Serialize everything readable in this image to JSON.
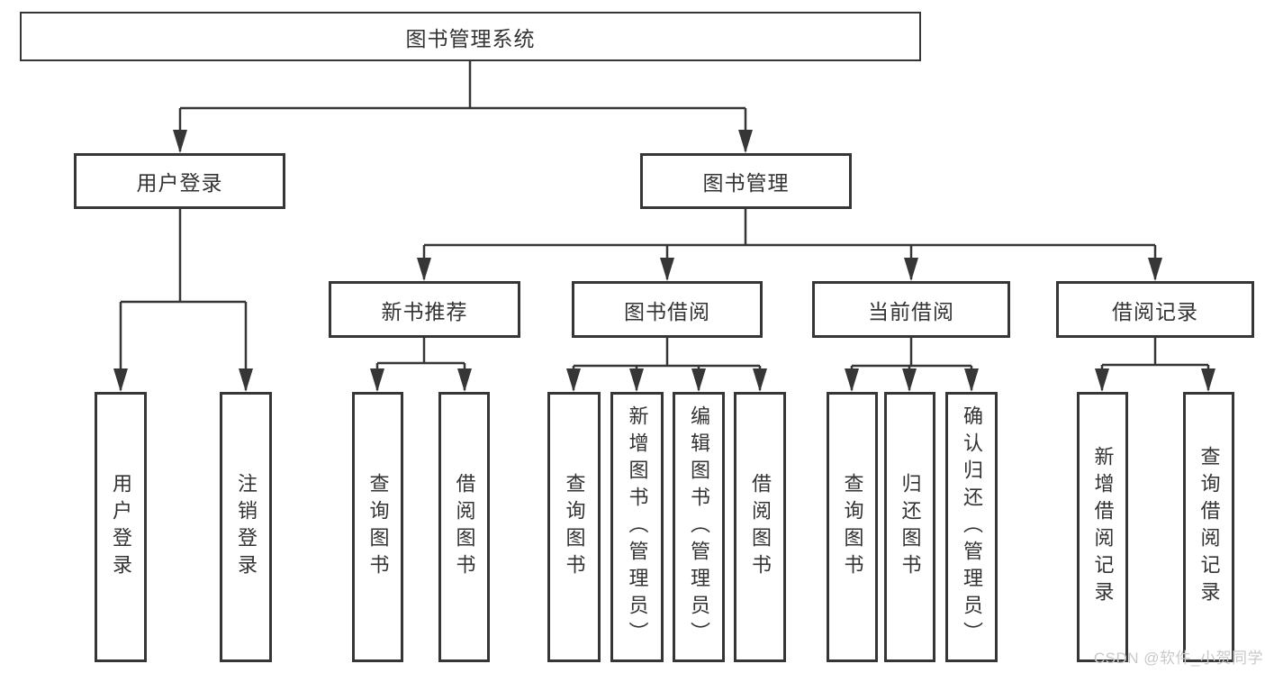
{
  "tree": {
    "root": {
      "label": "图书管理系统",
      "children": [
        {
          "label": "用户登录",
          "children": [
            {
              "label": "用户登录"
            },
            {
              "label": "注销登录"
            }
          ]
        },
        {
          "label": "图书管理",
          "children": [
            {
              "label": "新书推荐",
              "children": [
                {
                  "label": "查询图书"
                },
                {
                  "label": "借阅图书"
                }
              ]
            },
            {
              "label": "图书借阅",
              "children": [
                {
                  "label": "查询图书"
                },
                {
                  "label": "新增图书（管理员）"
                },
                {
                  "label": "编辑图书（管理员）"
                },
                {
                  "label": "借阅图书"
                }
              ]
            },
            {
              "label": "当前借阅",
              "children": [
                {
                  "label": "查询图书"
                },
                {
                  "label": "归还图书"
                },
                {
                  "label": "确认归还（管理员）"
                }
              ]
            },
            {
              "label": "借阅记录",
              "children": [
                {
                  "label": "新增借阅记录"
                },
                {
                  "label": "查询借阅记录"
                }
              ]
            }
          ]
        }
      ]
    }
  },
  "watermark": {
    "text": "CSDN @软件_小贺同学"
  },
  "colors": {
    "line": "#363636",
    "box_border": "#363636",
    "text": "#333333",
    "watermark": "#c9c9c9",
    "background": "#ffffff"
  }
}
